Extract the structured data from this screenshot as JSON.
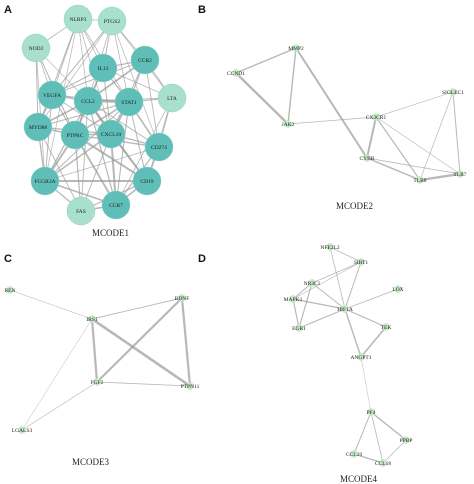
{
  "figure": {
    "panels": [
      {
        "letter": "A",
        "caption": "MCODE1",
        "node_color_light": "#a8e0cc",
        "node_color_dark": "#5fbfb8",
        "nodes": [
          {
            "id": "NLRP3",
            "label": "NLRP3",
            "shade": "light"
          },
          {
            "id": "PTGS2",
            "label": "PTGS2",
            "shade": "light"
          },
          {
            "id": "NOD2",
            "label": "NOD2",
            "shade": "light"
          },
          {
            "id": "IL13",
            "label": "IL13",
            "shade": "dark"
          },
          {
            "id": "CCR2",
            "label": "CCR2",
            "shade": "dark"
          },
          {
            "id": "VEGFA",
            "label": "VEGFA",
            "shade": "dark"
          },
          {
            "id": "CCL2",
            "label": "CCL2",
            "shade": "dark"
          },
          {
            "id": "STAT1",
            "label": "STAT1",
            "shade": "dark"
          },
          {
            "id": "LTA",
            "label": "LTA",
            "shade": "light"
          },
          {
            "id": "MYD88",
            "label": "MYD88",
            "shade": "dark"
          },
          {
            "id": "PTPRC",
            "label": "PTPRC",
            "shade": "dark"
          },
          {
            "id": "CXCL10",
            "label": "CXCL10",
            "shade": "dark"
          },
          {
            "id": "CD274",
            "label": "CD274",
            "shade": "dark"
          },
          {
            "id": "FCGR3A",
            "label": "FCGR3A",
            "shade": "dark"
          },
          {
            "id": "CD19",
            "label": "CD19",
            "shade": "dark"
          },
          {
            "id": "CCR7",
            "label": "CCR7",
            "shade": "dark"
          },
          {
            "id": "FAS",
            "label": "FAS",
            "shade": "light"
          }
        ]
      },
      {
        "letter": "B",
        "caption": "MCODE2",
        "nodes": [
          {
            "id": "MMP2",
            "label": "MMP2"
          },
          {
            "id": "CCND1",
            "label": "CCND1"
          },
          {
            "id": "JAK2",
            "label": "JAK2"
          },
          {
            "id": "CX3CR1",
            "label": "CX3CR1"
          },
          {
            "id": "SIGLEC1",
            "label": "SIGLEC1"
          },
          {
            "id": "CYBB",
            "label": "CYBB"
          },
          {
            "id": "TLR7",
            "label": "TLR7"
          },
          {
            "id": "TLR8",
            "label": "TLR8"
          }
        ]
      },
      {
        "letter": "C",
        "caption": "MCODE3",
        "nodes": [
          {
            "id": "REN",
            "label": "REN"
          },
          {
            "id": "IRS1",
            "label": "IRS1"
          },
          {
            "id": "BDNF",
            "label": "BDNF"
          },
          {
            "id": "FGF2",
            "label": "FGF2"
          },
          {
            "id": "PTPN11",
            "label": "PTPN11"
          },
          {
            "id": "LGALS3",
            "label": "LGALS3"
          }
        ]
      },
      {
        "letter": "D",
        "caption": "MCODE4",
        "nodes": [
          {
            "id": "NFE2L2",
            "label": "NFE2L2"
          },
          {
            "id": "SIRT1",
            "label": "SIRT1"
          },
          {
            "id": "NR3C1",
            "label": "NR3C1"
          },
          {
            "id": "MAPK1",
            "label": "MAPK1"
          },
          {
            "id": "HIF1A",
            "label": "HIF1A"
          },
          {
            "id": "LOX",
            "label": "LOX"
          },
          {
            "id": "EGR1",
            "label": "EGR1"
          },
          {
            "id": "TEK",
            "label": "TEK"
          },
          {
            "id": "ANGPT1",
            "label": "ANGPT1"
          },
          {
            "id": "PF4",
            "label": "PF4"
          },
          {
            "id": "PPBP",
            "label": "PPBP"
          },
          {
            "id": "CCL19",
            "label": "CCL19"
          },
          {
            "id": "CCL18",
            "label": "CCL18"
          }
        ]
      }
    ],
    "small_node_color": "#c6ecc8",
    "edge_color": "#9a9a9a"
  }
}
